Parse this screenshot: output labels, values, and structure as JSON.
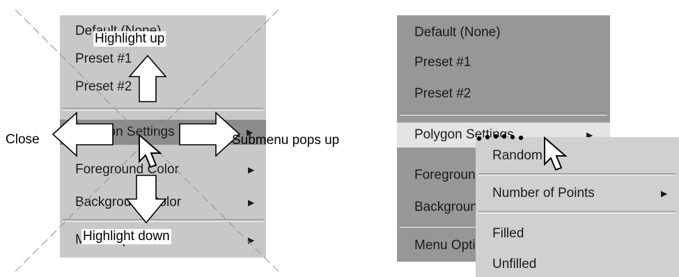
{
  "left_menu": {
    "items": [
      {
        "label": "Default (None)"
      },
      {
        "label": "Preset #1"
      },
      {
        "label": "Preset #2"
      },
      {
        "label": "Polygon Settings"
      },
      {
        "label": "Foreground Color"
      },
      {
        "label": "Background Color"
      },
      {
        "label": "Menu Options"
      }
    ]
  },
  "annotations": {
    "highlight_up": "Highlight up",
    "highlight_down": "Highlight down",
    "close": "Close",
    "submenu_pops_up": "Submenu pops up"
  },
  "right_menu": {
    "items": [
      {
        "label": "Default (None)"
      },
      {
        "label": "Preset #1"
      },
      {
        "label": "Preset #2"
      },
      {
        "label": "Polygon Settings"
      },
      {
        "label": "Foreground Color"
      },
      {
        "label": "Background Color"
      },
      {
        "label": "Menu Options"
      }
    ]
  },
  "submenu": {
    "items": [
      {
        "label": "Random"
      },
      {
        "label": "Number of Points"
      },
      {
        "label": "Filled"
      },
      {
        "label": "Unfilled"
      }
    ]
  },
  "colors": {
    "menu_bg": "#c8c8c8",
    "menu_dark_bg": "#979797",
    "highlight_left": "#8c8c8c",
    "highlight_right": "#e4e4e4",
    "submenu_bg": "#d0d0d0"
  },
  "icons": {
    "arrow_glyph": "right-arrow-icon",
    "pointer": "mouse-pointer-icon"
  }
}
